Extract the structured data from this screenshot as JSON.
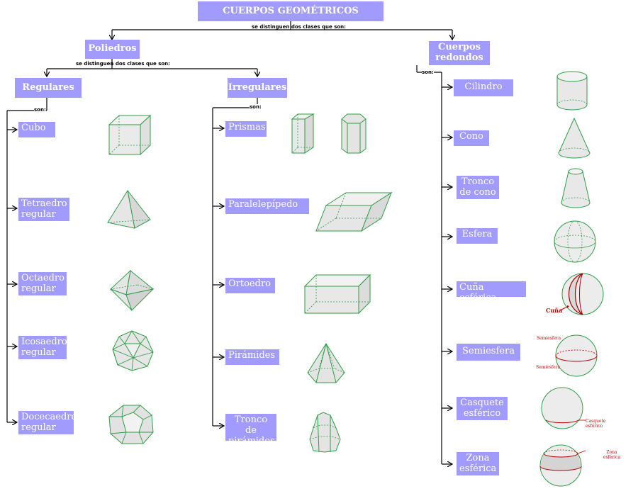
{
  "title": "CUERPOS GEOMÉTRICOS",
  "intro_note": "se distinguen dos clases que son:",
  "poliedros": {
    "label": "Poliedros",
    "note": "se distinguen dos clases que son:",
    "regulares": {
      "label": "Regulares",
      "son": "son:",
      "items": [
        "Cubo",
        "Tetraedro regular",
        "Octaedro regular",
        "Icosaedro regular",
        "Docecaedro regular"
      ]
    },
    "irregulares": {
      "label": "Irregulares",
      "son": "son:",
      "items": [
        "Prismas",
        "Paralelepípedo",
        "Ortoedro",
        "Pirámides",
        "Tronco de pirámides"
      ]
    }
  },
  "redondos": {
    "label": "Cuerpos redondos",
    "son": "son:",
    "items": [
      "Cilindro",
      "Cono",
      "Tronco de cono",
      "Esfera",
      "Cuña esférica",
      "Semiesfera",
      "Casquete esférico",
      "Zona esférica"
    ]
  },
  "figure_labels": {
    "cuna": "Cuña",
    "semiesfera_top": "Semiesfera",
    "semiesfera_bottom": "Semiesfera",
    "casquete": "Casquete esférico",
    "zona": "Zona esférica"
  },
  "colors": {
    "box": "#a29bfe",
    "figure_stroke": "#2e9e46",
    "figure_fill": "#e8e8e8",
    "annotation": "#c00000"
  }
}
